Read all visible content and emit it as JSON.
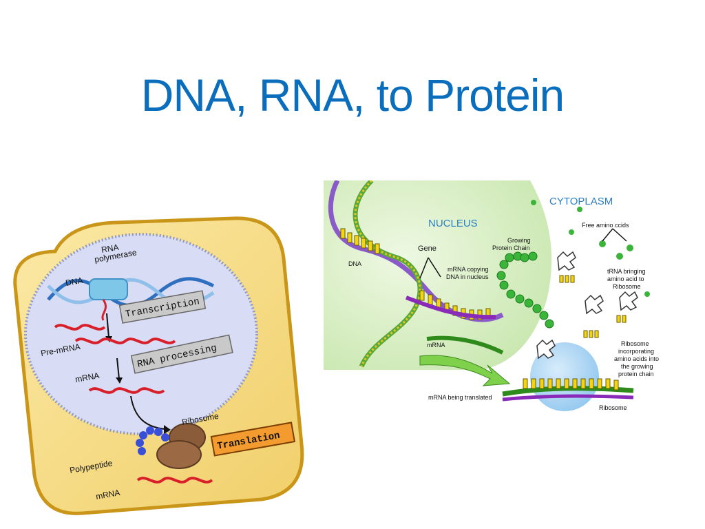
{
  "slide": {
    "title": "DNA, RNA, to Protein"
  },
  "left_figure": {
    "labels": {
      "rna_polymerase_1": "RNA",
      "rna_polymerase_2": "polymerase",
      "dna": "DNA",
      "pre_mrna": "Pre-mRNA",
      "mrna": "mRNA",
      "ribosome": "Ribosome",
      "polypeptide": "Polypeptide",
      "mrna_bottom": "mRNA"
    },
    "steps": {
      "transcription": "Transcription",
      "rna_processing": "RNA processing",
      "translation": "Translation"
    }
  },
  "right_figure": {
    "labels": {
      "cytoplasm": "CYTOPLASM",
      "nucleus": "NUCLEUS",
      "gene": "Gene",
      "dna": "DNA",
      "growing_1": "Growing",
      "growing_2": "Protein Chain",
      "mrna_copying_1": "mRNA copying",
      "mrna_copying_2": "DNA in nucleus",
      "free_amino": "Free amino ccids",
      "trna_1": "tRNA bringing",
      "trna_2": "amino acid to",
      "trna_3": "Ribosome",
      "mrna": "mRNA",
      "ribo_inc_1": "Ribosome",
      "ribo_inc_2": "incorporating",
      "ribo_inc_3": "amino acids into",
      "ribo_inc_4": "the growing",
      "ribo_inc_5": "protein chain",
      "mrna_translated": "mRNA being translated",
      "ribosome": "Ribosome"
    }
  },
  "colors": {
    "title": "#0a6ebd",
    "cell_fill": "#f7df8a",
    "cell_border": "#d8a81e",
    "nucleus_fill": "#d7dcf5",
    "mrna": "#d8202b",
    "nucleus_bg": "#d6efc2"
  }
}
